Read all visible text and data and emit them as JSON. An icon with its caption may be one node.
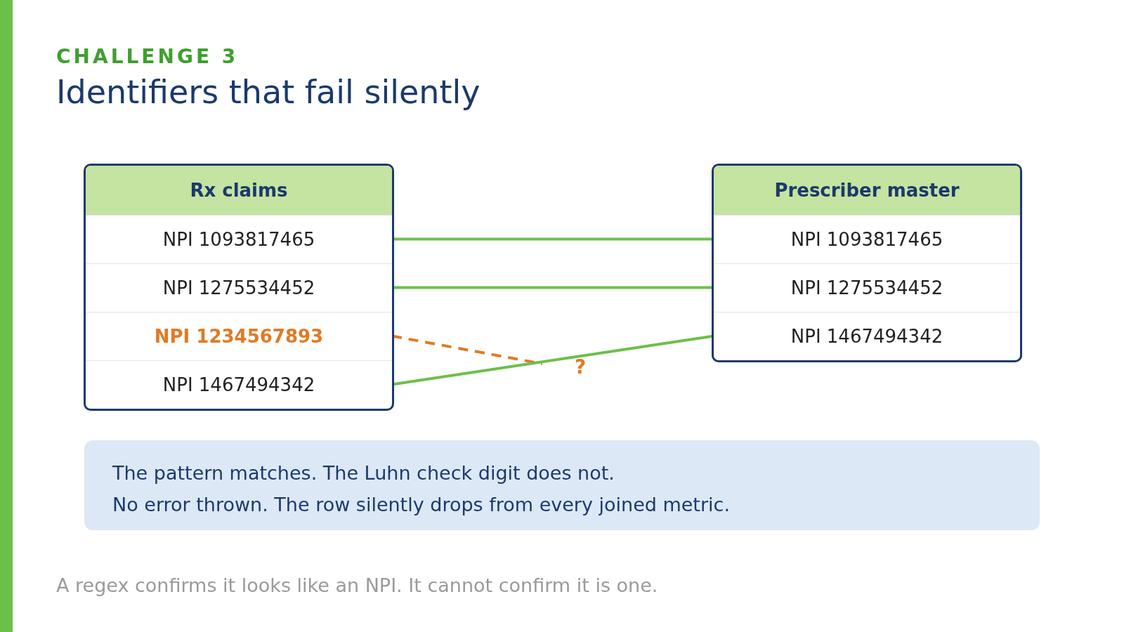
{
  "diagram": {
    "title": "Identifiers that fail silently",
    "caption": "A regex confirms it looks like an NPI. It cannot confirm it is one.",
    "nodes": [
      {
        "text": [
          "Rx claims"
        ]
      },
      {
        "text": [
          "NPI 1093817465"
        ],
        "in": 0
      },
      {
        "text": [
          "NPI 1275534452"
        ],
        "in": 0
      },
      {
        "text": [
          "NPI 1234567893"
        ],
        "in": 0
      },
      {
        "text": [
          "NPI 1467494342"
        ],
        "in": 0
      },
      {
        "text": [
          "Prescriber master"
        ]
      },
      {
        "text": [
          "NPI 1093817465"
        ],
        "in": 5
      },
      {
        "text": [
          "NPI 1275534452"
        ],
        "in": 5
      },
      {
        "text": [
          "NPI 1467494342"
        ],
        "in": 5
      },
      {
        "text": [
          "The pattern matches. The Luhn check digit does not.",
          "No error thrown. The row silently drops from every joined metric."
        ]
      }
    ],
    "edges": [
      {
        "from": 1,
        "to": 6,
        "arrow": "none"
      },
      {
        "from": 2,
        "to": 7,
        "arrow": "none"
      },
      {
        "from": 3,
        "to": null,
        "arrow": "none",
        "style": "dashed",
        "color": "#e07b24"
      },
      {
        "from": 4,
        "to": 8,
        "arrow": "none"
      }
    ],
    "labels": [
      "CHALLENGE 3",
      "?"
    ]
  }
}
